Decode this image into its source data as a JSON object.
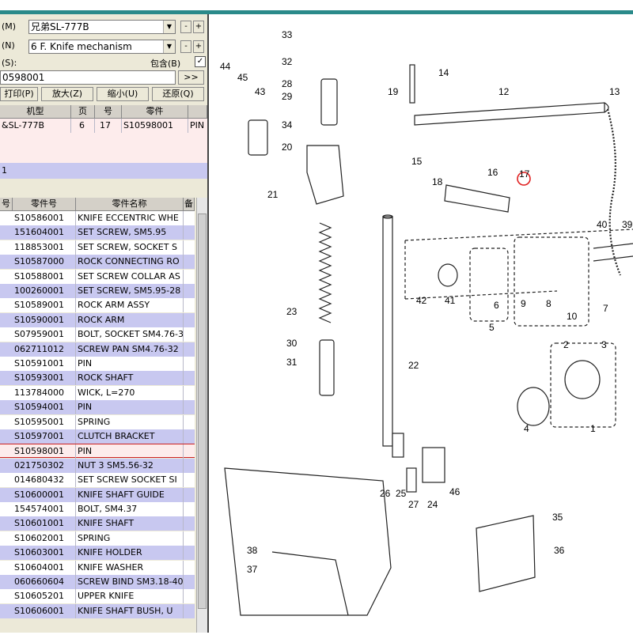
{
  "controls": {
    "model_label": "(M)",
    "model_value": "兄弟SL-777B",
    "page_label": "(N)",
    "page_value": "6 F. Knife mechanism",
    "search_label": "(S):",
    "contain_label": "包含(B)",
    "contain_check": "✓",
    "part_input": "0598001",
    "go_button": ">>",
    "minus": "-",
    "plus": "+"
  },
  "toolbar": {
    "print": "打印(P)",
    "zoom_in": "放大(Z)",
    "zoom_out": "缩小(U)",
    "restore": "还原(Q)"
  },
  "top_table": {
    "headers": [
      "机型",
      "页",
      "号",
      "零件",
      ""
    ],
    "row": [
      "&SL-777B",
      "6",
      "17",
      "S10598001",
      "PIN"
    ]
  },
  "band_text": "1",
  "parts_table": {
    "headers": [
      "号",
      "零件号",
      "零件名称",
      "备"
    ],
    "rows": [
      [
        "",
        "S10586001",
        "KNIFE ECCENTRIC WHE"
      ],
      [
        "",
        "151604001",
        "SET SCREW, SM5.95"
      ],
      [
        "",
        "118853001",
        "SET SCREW, SOCKET S"
      ],
      [
        "",
        "S10587000",
        "ROCK CONNECTING RO"
      ],
      [
        "",
        "S10588001",
        "SET SCREW COLLAR AS"
      ],
      [
        "",
        "100260001",
        "SET SCREW, SM5.95-28"
      ],
      [
        "",
        "S10589001",
        "ROCK ARM ASSY"
      ],
      [
        "",
        "S10590001",
        "ROCK ARM"
      ],
      [
        "",
        "S07959001",
        "BOLT, SOCKET SM4.76-3"
      ],
      [
        "",
        "062711012",
        "SCREW PAN SM4.76-32"
      ],
      [
        "",
        "S10591001",
        "PIN"
      ],
      [
        "",
        "S10593001",
        "ROCK SHAFT"
      ],
      [
        "",
        "113784000",
        "WICK, L=270"
      ],
      [
        "",
        "S10594001",
        "PIN"
      ],
      [
        "",
        "S10595001",
        "SPRING"
      ],
      [
        "",
        "S10597001",
        "CLUTCH BRACKET"
      ],
      [
        "",
        "S10598001",
        "PIN"
      ],
      [
        "",
        "021750302",
        "NUT 3 SM5.56-32"
      ],
      [
        "",
        "014680432",
        "SET SCREW SOCKET SI"
      ],
      [
        "",
        "S10600001",
        "KNIFE SHAFT GUIDE"
      ],
      [
        "",
        "154574001",
        "BOLT, SM4.37"
      ],
      [
        "",
        "S10601001",
        "KNIFE SHAFT"
      ],
      [
        "",
        "S10602001",
        "SPRING"
      ],
      [
        "",
        "S10603001",
        "KNIFE HOLDER"
      ],
      [
        "",
        "S10604001",
        "KNIFE WASHER"
      ],
      [
        "",
        "060660604",
        "SCREW BIND SM3.18-40"
      ],
      [
        "",
        "S10605201",
        "UPPER KNIFE"
      ],
      [
        "",
        "S10606001",
        "KNIFE SHAFT BUSH, U"
      ]
    ]
  },
  "diagram": {
    "labels": [
      "33",
      "32",
      "28",
      "29",
      "34",
      "20",
      "21",
      "23",
      "30",
      "31",
      "44",
      "45",
      "43",
      "22",
      "19",
      "14",
      "12",
      "13",
      "15",
      "16",
      "17",
      "18",
      "40",
      "39",
      "42",
      "41",
      "6",
      "5",
      "9",
      "8",
      "10",
      "7",
      "2",
      "3",
      "4",
      "1",
      "26",
      "25",
      "27",
      "24",
      "46",
      "35",
      "36",
      "38",
      "37"
    ],
    "colors": {
      "highlight": "#e02020",
      "line": "#222222",
      "teal": "#2a8a8a",
      "select_row": "#c8c8f0"
    }
  }
}
